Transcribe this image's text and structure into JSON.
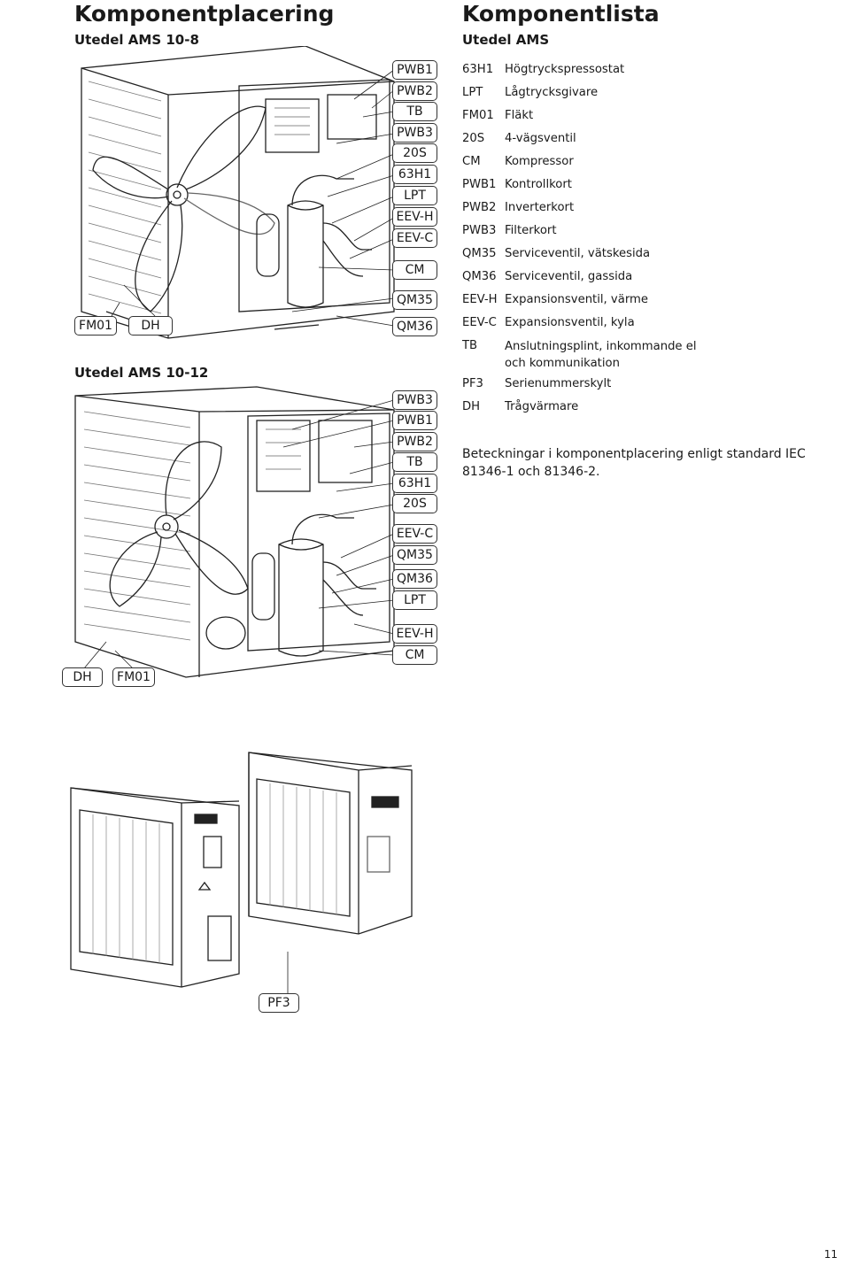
{
  "left": {
    "title": "Komponentplacering",
    "unit1_title": "Utedel AMS 10-8",
    "unit2_title": "Utedel AMS 10-12",
    "unit1_labels": [
      "PWB1",
      "PWB2",
      "TB",
      "PWB3",
      "20S",
      "63H1",
      "LPT",
      "EEV-H",
      "EEV-C",
      "CM",
      "QM35",
      "QM36"
    ],
    "unit1_bottom": [
      "FM01",
      "DH"
    ],
    "unit2_labels": [
      "PWB3",
      "PWB1",
      "PWB2",
      "TB",
      "63H1",
      "20S",
      "EEV-C",
      "QM35",
      "QM36",
      "LPT",
      "EEV-H",
      "CM"
    ],
    "unit2_bottom": [
      "DH",
      "FM01"
    ],
    "pf3_label": "PF3"
  },
  "right": {
    "title": "Komponentlista",
    "subtitle": "Utedel AMS",
    "components": [
      {
        "code": "63H1",
        "desc": "Högtryckspressostat"
      },
      {
        "code": "LPT",
        "desc": "Lågtrycksgivare"
      },
      {
        "code": "FM01",
        "desc": "Fläkt"
      },
      {
        "code": "20S",
        "desc": "4-vägsventil"
      },
      {
        "code": "CM",
        "desc": "Kompressor"
      },
      {
        "code": "PWB1",
        "desc": "Kontrollkort"
      },
      {
        "code": "PWB2",
        "desc": "Inverterkort"
      },
      {
        "code": "PWB3",
        "desc": "Filterkort"
      },
      {
        "code": "QM35",
        "desc": "Serviceventil, vätskesida"
      },
      {
        "code": "QM36",
        "desc": "Serviceventil, gassida"
      },
      {
        "code": "EEV-H",
        "desc": "Expansionsventil, värme"
      },
      {
        "code": "EEV-C",
        "desc": "Expansionsventil, kyla"
      },
      {
        "code": "TB",
        "desc": "Anslutningsplint, inkommande el och kommunikation"
      },
      {
        "code": "PF3",
        "desc": "Serienummerskylt"
      },
      {
        "code": "DH",
        "desc": "Trågvärmare"
      }
    ],
    "note": "Beteckningar i komponentplacering enligt standard IEC 81346-1 och 81346-2."
  },
  "page_number": "11"
}
